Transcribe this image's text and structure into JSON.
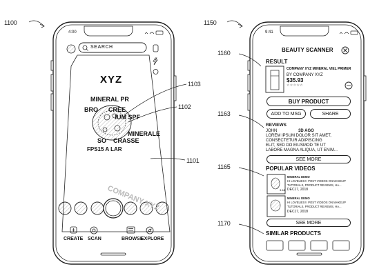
{
  "refs": {
    "fig_left": "1100",
    "fig_right": "1150",
    "r1103": "1103",
    "r1102": "1102",
    "r1101": "1101",
    "r1160": "1160",
    "r1163": "1163",
    "r1165": "1165",
    "r1170": "1170"
  },
  "left_phone": {
    "time": "4:00",
    "search_placeholder": "SEARCH",
    "overlay": {
      "brand": "XYZ",
      "lines": [
        "MINERAL PR",
        "BRO      CREE",
        "         IUM SPF",
        "MINERALE",
        "SO    CRASSE",
        "FPS15 A LAR"
      ],
      "watermark": "COMPANY XYZ"
    },
    "bottom_nav": [
      {
        "label": "CREATE",
        "icon": "create-icon"
      },
      {
        "label": "SCAN",
        "icon": "scan-icon"
      },
      {
        "label": "BROWSE",
        "icon": "browse-icon"
      },
      {
        "label": "EXPLORE",
        "icon": "explore-icon"
      }
    ]
  },
  "right_phone": {
    "time": "9:41",
    "title": "BEAUTY SCANNER",
    "result": {
      "heading": "RESULT",
      "product_name": "COMPANY XYZ MINERAL VIEL PRIMER",
      "brand": "BY COMPANY XYZ",
      "price": "$35.93",
      "stars": "☆☆☆☆☆",
      "buy_label": "BUY PRODUCT",
      "add_label": "ADD TO MSG",
      "share_label": "SHARE"
    },
    "reviews": {
      "heading": "REVIEWS",
      "author": "JOHN",
      "age": "3D AGO",
      "text": [
        "LOREM IPSUM DOLOR SIT AMET,",
        "CONSECTETUR ADIPISCING",
        "ELIT, SED DO EIUSMOD TE UT",
        "LABORE MAGNA ALIQUA, UT ENIM..."
      ],
      "see_more": "SEE MORE"
    },
    "videos": {
      "heading": "POPULAR VIDEOS",
      "items": [
        {
          "title": "MINERAL DEMO",
          "desc1": "HI LOVELIES! I POST VIDEOS ON MAKEUP",
          "desc2": "TUTORIALS, PRODUCT REVIEWS, HA...",
          "date": "DEC17, 2018",
          "duration": "3:18"
        },
        {
          "title": "MINERAL DEMO",
          "desc1": "HI LOVELIES! I POST VIDEOS ON MAKEUP",
          "desc2": "TUTORIALS, PRODUCT REVIEWS, HA...",
          "date": "DEC17, 2018",
          "duration": ""
        }
      ],
      "see_more": "SEE MORE"
    },
    "similar": {
      "heading": "SIMILAR PRODUCTS"
    }
  }
}
